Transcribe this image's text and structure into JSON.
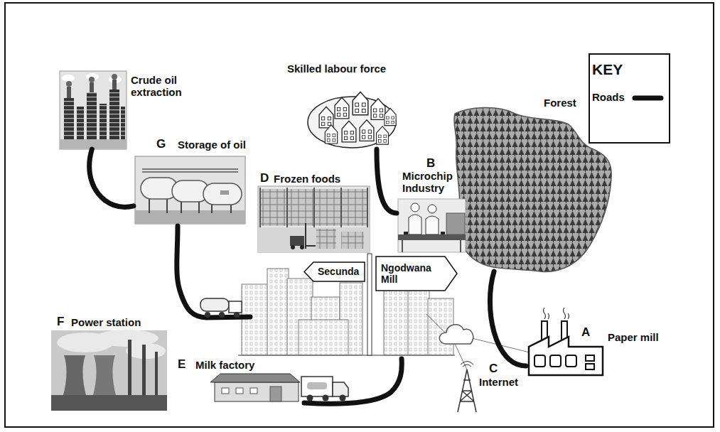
{
  "diagram": {
    "nodes": [
      {
        "text": [
          "Crude oil extraction"
        ]
      },
      {
        "text": [
          "Skilled labour force"
        ]
      },
      {
        "text": [
          "Forest"
        ]
      },
      {
        "text": [
          "G",
          "Storage of oil"
        ]
      },
      {
        "text": [
          "D",
          "Frozen foods"
        ]
      },
      {
        "text": [
          "B",
          "Microchip Industry"
        ]
      },
      {
        "text": [
          "Secunda"
        ]
      },
      {
        "text": [
          "Ngodwana Mill"
        ]
      },
      {
        "text": [
          "F",
          "Power station"
        ]
      },
      {
        "text": [
          "A",
          "Paper mill"
        ]
      },
      {
        "text": [
          "C",
          "Internet"
        ]
      },
      {
        "text": [
          "E",
          "Milk factory"
        ]
      }
    ],
    "edges": [
      {
        "from": 0,
        "to": 3,
        "arrow": "none"
      },
      {
        "from": 1,
        "to": 5,
        "arrow": "none"
      },
      {
        "from": 2,
        "to": 9,
        "arrow": "none"
      }
    ],
    "labels": [
      "KEY"
    ],
    "legend": [
      {
        "text": "Roads"
      }
    ]
  }
}
